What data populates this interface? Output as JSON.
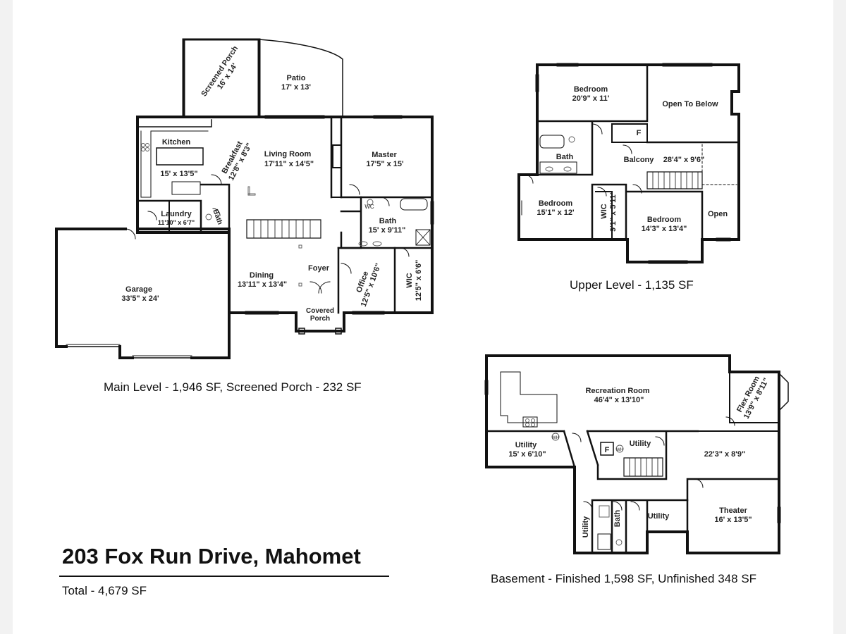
{
  "header": {
    "address": "203 Fox Run Drive, Mahomet",
    "total": "Total - 4,679 SF"
  },
  "captions": {
    "main": "Main Level - 1,946 SF, Screened Porch - 232 SF",
    "upper": "Upper Level - 1,135 SF",
    "basement": "Basement - Finished 1,598 SF, Unfinished 348 SF"
  },
  "main_level": {
    "screened_porch": {
      "name": "Screened Porch",
      "dim": "16' x 14'"
    },
    "patio": {
      "name": "Patio",
      "dim": "17' x 13'"
    },
    "kitchen": {
      "name": "Kitchen",
      "dim": "15' x 13'5\""
    },
    "breakfast": {
      "name": "Breakfast",
      "dim": "12'8\" x 8'3\""
    },
    "living_room": {
      "name": "Living Room",
      "dim": "17'11\" x 14'5\""
    },
    "master": {
      "name": "Master",
      "dim": "17'5\" x 15'"
    },
    "laundry": {
      "name": "Laundry",
      "dim": "11'10\" x 6'7\""
    },
    "half_bath": {
      "name": "Bath"
    },
    "bath": {
      "name": "Bath",
      "dim": "15' x 9'11\""
    },
    "garage": {
      "name": "Garage",
      "dim": "33'5\" x 24'"
    },
    "dining": {
      "name": "Dining",
      "dim": "13'11\" x 13'4\""
    },
    "foyer": {
      "name": "Foyer"
    },
    "office": {
      "name": "Office",
      "dim": "12'5\" x 10'6\""
    },
    "wic": {
      "name": "WIC",
      "dim": "12'5\" x 6'6\""
    },
    "covered_porch": {
      "line1": "Covered",
      "line2": "Porch"
    },
    "wc_label": "WC"
  },
  "upper_level": {
    "bedroom1": {
      "name": "Bedroom",
      "dim": "20'9\" x 11'"
    },
    "open_to_below": {
      "name": "Open To Below"
    },
    "furnace": "F",
    "bath": {
      "name": "Bath"
    },
    "balcony": {
      "name": "Balcony",
      "dim": "28'4\" x 9'6\""
    },
    "bedroom2": {
      "name": "Bedroom",
      "dim": "15'1\" x 12'"
    },
    "wic": {
      "name": "WIC",
      "dim": "9'1\" x 5'11\""
    },
    "bedroom3": {
      "name": "Bedroom",
      "dim": "14'3\" x 13'4\""
    },
    "open": {
      "name": "Open"
    }
  },
  "basement": {
    "recreation": {
      "name": "Recreation Room",
      "dim": "46'4\" x 13'10\""
    },
    "flex": {
      "name": "Flex Room",
      "dim": "13'9\" x 8'11\""
    },
    "utility1": {
      "name": "Utility",
      "dim": "15' x 6'10\""
    },
    "furnace": "F",
    "water_heater": "WH",
    "water_heater2": "WH",
    "utility2": {
      "name": "Utility"
    },
    "room_dim": "22'3\" x 8'9\"",
    "utility3": {
      "name": "Utility"
    },
    "bath": {
      "name": "Bath"
    },
    "utility4": {
      "name": "Utility"
    },
    "theater": {
      "name": "Theater",
      "dim": "16' x 13'5\""
    }
  },
  "colors": {
    "wall": "#111111",
    "fixture": "#555555",
    "paper": "#ffffff"
  }
}
